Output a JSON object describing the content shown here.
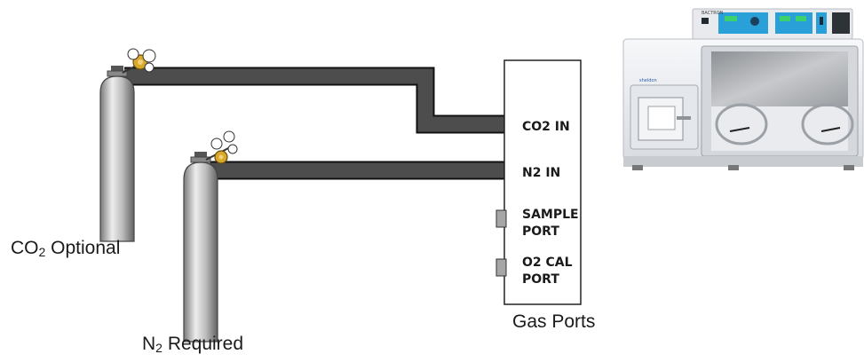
{
  "cylinders": {
    "co2": {
      "formula": "CO",
      "subscript": "2",
      "status": "Optional"
    },
    "n2": {
      "formula": "N",
      "subscript": "2",
      "status": "Required"
    }
  },
  "gas_ports_panel": {
    "title": "Gas Ports",
    "ports": [
      {
        "line1": "CO2 IN",
        "line2": ""
      },
      {
        "line1": "N2 IN",
        "line2": ""
      },
      {
        "line1": "SAMPLE",
        "line2": "PORT"
      },
      {
        "line1": "O2 CAL",
        "line2": "PORT"
      }
    ]
  },
  "device": {
    "brand_text": "BACTRON",
    "logo_text": "sheldon"
  },
  "colors": {
    "hose": "#4d4d4d",
    "hose_outline": "#111111",
    "regulator_gold": "#d9a92c",
    "cylinder_light": "#e6e6e6",
    "cylinder_dark": "#6f6f6f",
    "display_blue": "#2aa0d8",
    "display_green": "#3bd16f",
    "chamber_body": "#eef0f3"
  },
  "icons": [
    "gas-cylinder-icon",
    "pressure-regulator-icon",
    "gas-hose",
    "anaerobic-chamber-illustration"
  ]
}
